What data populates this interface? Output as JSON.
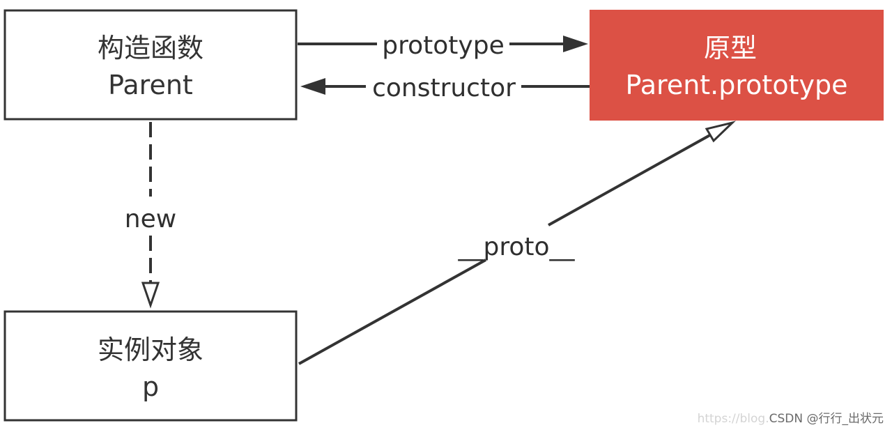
{
  "nodes": {
    "constructor": {
      "line1": "构造函数",
      "line2": "Parent"
    },
    "prototype": {
      "line1": "原型",
      "line2": "Parent.prototype"
    },
    "instance": {
      "line1": "实例对象",
      "line2": "p"
    }
  },
  "edges": {
    "prototype": "prototype",
    "constructor": "constructor",
    "new": "new",
    "proto": "__proto__"
  },
  "watermark": {
    "url": "https://blog.",
    "text": "CSDN @行行_出状元"
  },
  "colors": {
    "prototype_fill": "#dc5145",
    "line": "#333333"
  }
}
